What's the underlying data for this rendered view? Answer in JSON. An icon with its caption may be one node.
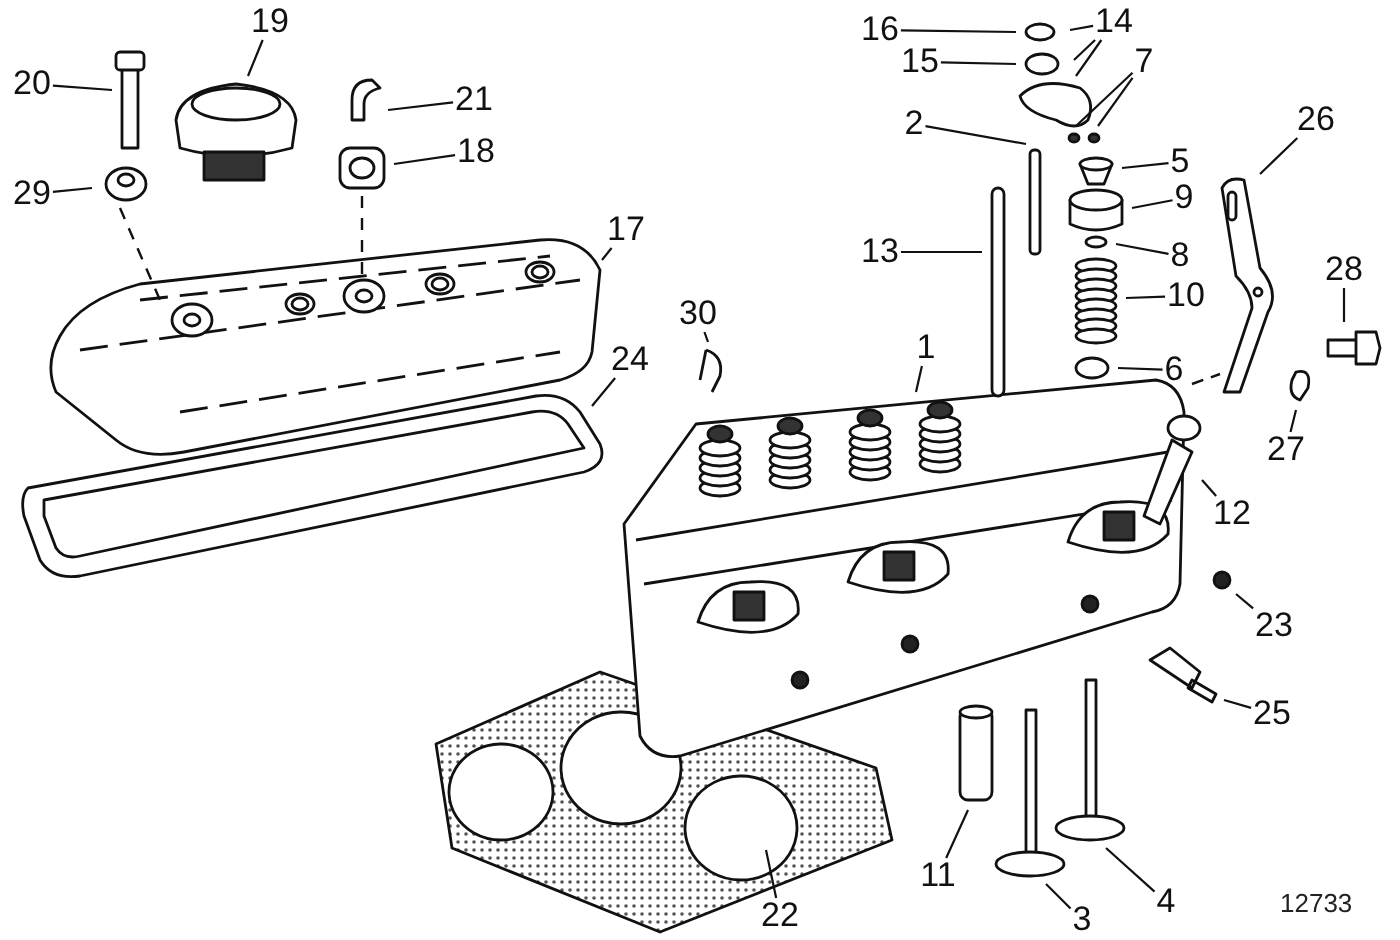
{
  "diagram": {
    "nodes": [
      {
        "text": [
          "20"
        ]
      },
      {
        "text": [
          "19"
        ]
      },
      {
        "text": [
          "21"
        ]
      },
      {
        "text": [
          "18"
        ]
      },
      {
        "text": [
          "29"
        ]
      },
      {
        "text": [
          "17"
        ]
      },
      {
        "text": [
          "24"
        ]
      },
      {
        "text": [
          "30"
        ]
      },
      {
        "text": [
          "1"
        ]
      },
      {
        "text": [
          "16"
        ]
      },
      {
        "text": [
          "15"
        ]
      },
      {
        "text": [
          "14"
        ]
      },
      {
        "text": [
          "7"
        ]
      },
      {
        "text": [
          "2"
        ]
      },
      {
        "text": [
          "5"
        ]
      },
      {
        "text": [
          "26"
        ]
      },
      {
        "text": [
          "9"
        ]
      },
      {
        "text": [
          "13"
        ]
      },
      {
        "text": [
          "8"
        ]
      },
      {
        "text": [
          "10"
        ]
      },
      {
        "text": [
          "28"
        ]
      },
      {
        "text": [
          "6"
        ]
      },
      {
        "text": [
          "27"
        ]
      },
      {
        "text": [
          "12"
        ]
      },
      {
        "text": [
          "23"
        ]
      },
      {
        "text": [
          "25"
        ]
      },
      {
        "text": [
          "11"
        ]
      },
      {
        "text": [
          "22"
        ]
      },
      {
        "text": [
          "3"
        ]
      },
      {
        "text": [
          "4"
        ]
      }
    ],
    "edges": [
      {
        "from": 0,
        "to": null,
        "arrow": "none"
      },
      {
        "from": 1,
        "to": null,
        "arrow": "none"
      },
      {
        "from": 2,
        "to": null,
        "arrow": "none"
      },
      {
        "from": 3,
        "to": null,
        "arrow": "none"
      },
      {
        "from": 4,
        "to": null,
        "arrow": "none"
      },
      {
        "from": 5,
        "to": null,
        "arrow": "none"
      },
      {
        "from": 6,
        "to": null,
        "arrow": "none"
      },
      {
        "from": 7,
        "to": null,
        "arrow": "none"
      },
      {
        "from": 8,
        "to": null,
        "arrow": "none"
      },
      {
        "from": 9,
        "to": null,
        "arrow": "none"
      },
      {
        "from": 10,
        "to": null,
        "arrow": "none"
      },
      {
        "from": 11,
        "to": null,
        "arrow": "none"
      },
      {
        "from": 11,
        "to": null,
        "arrow": "none"
      },
      {
        "from": 11,
        "to": null,
        "arrow": "none"
      },
      {
        "from": 12,
        "to": null,
        "arrow": "none"
      },
      {
        "from": 12,
        "to": null,
        "arrow": "none"
      },
      {
        "from": 13,
        "to": null,
        "arrow": "none"
      },
      {
        "from": 14,
        "to": null,
        "arrow": "none"
      },
      {
        "from": 15,
        "to": null,
        "arrow": "none"
      },
      {
        "from": 16,
        "to": null,
        "arrow": "none"
      },
      {
        "from": 17,
        "to": null,
        "arrow": "none"
      },
      {
        "from": 18,
        "to": null,
        "arrow": "none"
      },
      {
        "from": 19,
        "to": null,
        "arrow": "none"
      },
      {
        "from": 20,
        "to": null,
        "arrow": "none"
      },
      {
        "from": 21,
        "to": null,
        "arrow": "none"
      },
      {
        "from": 22,
        "to": null,
        "arrow": "none"
      },
      {
        "from": 23,
        "to": null,
        "arrow": "none"
      },
      {
        "from": 24,
        "to": null,
        "arrow": "none"
      },
      {
        "from": 25,
        "to": null,
        "arrow": "none"
      },
      {
        "from": 26,
        "to": null,
        "arrow": "none"
      },
      {
        "from": 27,
        "to": null,
        "arrow": "none"
      },
      {
        "from": 28,
        "to": null,
        "arrow": "none"
      },
      {
        "from": 29,
        "to": null,
        "arrow": "none"
      }
    ],
    "labels": [
      "12733"
    ]
  }
}
